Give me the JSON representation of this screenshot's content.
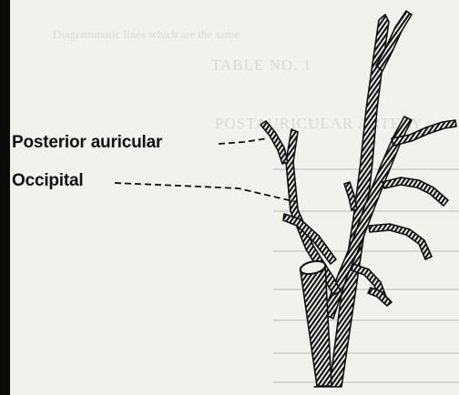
{
  "labels": {
    "posterior_auricular": "Posterior auricular",
    "occipital": "Occipital"
  },
  "background_text": {
    "line1": "Diagrammatic lines which are the same",
    "table_heading": "TABLE NO. 1",
    "section_heading": "POSTAURICULAR ARTERY"
  },
  "colors": {
    "ink": "#111111",
    "paper": "#f1f1ee",
    "faint_print": "#d9d9d5"
  }
}
